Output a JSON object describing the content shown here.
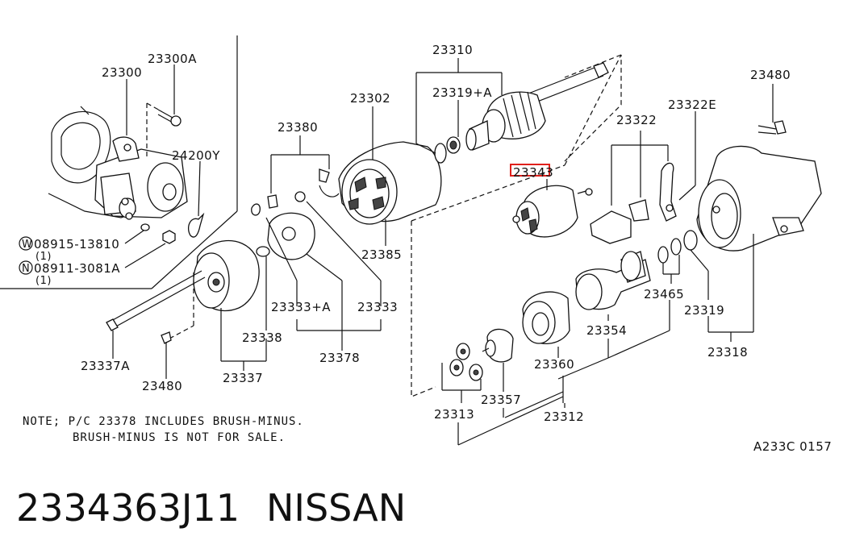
{
  "diagram": {
    "labels": {
      "p23300": "23300",
      "p23300A": "23300A",
      "p24200Y": "24200Y",
      "w_label": "08915-13810",
      "w_qty": "(1)",
      "n_label": "08911-3081A",
      "n_qty": "(1)",
      "w_circle": "W",
      "n_circle": "N",
      "p23380": "23380",
      "p23302": "23302",
      "p23310": "23310",
      "p23319A": "23319+A",
      "p23343": "23343",
      "p23322": "23322",
      "p23322E": "23322E",
      "p23480_top": "23480",
      "p23385": "23385",
      "p23333A": "23333+A",
      "p23333": "23333",
      "p23338": "23338",
      "p23378": "23378",
      "p23337A": "23337A",
      "p23337": "23337",
      "p23480_bot": "23480",
      "p23465": "23465",
      "p23319": "23319",
      "p23354": "23354",
      "p23318": "23318",
      "p23360": "23360",
      "p23357": "23357",
      "p23313": "23313",
      "p23312": "23312"
    },
    "note_line1": "NOTE; P/C 23378 INCLUDES BRUSH-MINUS.",
    "note_line2": "BRUSH-MINUS IS NOT FOR SALE.",
    "diagram_code": "A233C 0157",
    "highlight_color": "#e0201b"
  },
  "caption": {
    "part_number": "2334363J11",
    "brand": "NISSAN"
  }
}
